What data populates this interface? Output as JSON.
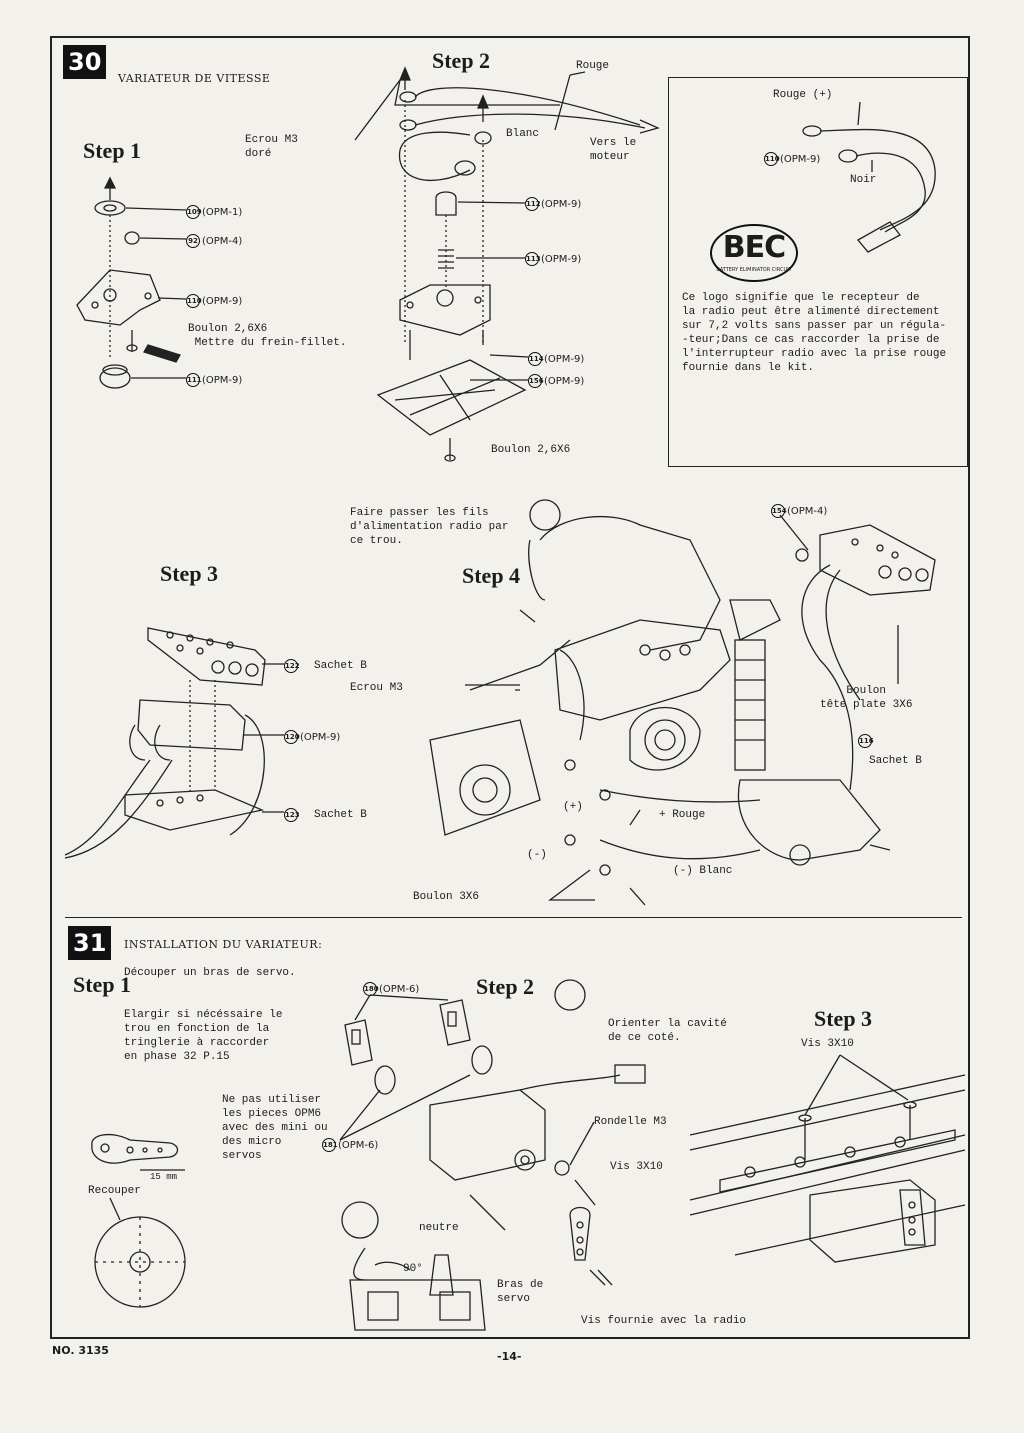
{
  "section30": {
    "number": "30",
    "title": "VARIATEUR DE VITESSE",
    "step1": {
      "label": "Step 1",
      "ecrou": "Ecrou M3\ndoré",
      "parts": [
        "(OPM-1)",
        "(OPM-4)",
        "(OPM-9)",
        "(OPM-9)"
      ],
      "part_nums": [
        "109",
        "92",
        "110",
        "111"
      ],
      "boulon": "Boulon 2,6X6\n Mettre du frein-fillet."
    },
    "step2": {
      "label": "Step 2",
      "rouge": "Rouge",
      "blanc": "Blanc",
      "vers": "Vers le\nmoteur",
      "parts": [
        "(OPM-9)",
        "(OPM-9)",
        "(OPM-9)",
        "(OPM-9)"
      ],
      "part_nums": [
        "112",
        "113",
        "114",
        "156"
      ],
      "boulon": "Boulon 2,6X6"
    },
    "bec": {
      "rouge": "Rouge (+)",
      "part_num": "110",
      "part": "(OPM-9)",
      "noir": "Noir",
      "logo": "BEC",
      "logo_sub": "BATTERY ELIMINATOR CIRCUIT",
      "text": "Ce logo signifie que le recepteur de\nla radio peut être alimenté directement\nsur 7,2 volts sans passer par un régula-\n-teur;Dans ce cas raccorder la prise de\nl'interrupteur radio avec la prise rouge\nfournie dans le kit."
    },
    "step3": {
      "label": "Step 3",
      "sachet1": "Sachet B",
      "ecrou": "Ecrou M3",
      "part": "(OPM-9)",
      "part_nums": [
        "122",
        "120",
        "123"
      ],
      "sachet2": "Sachet B"
    },
    "step4": {
      "label": "Step 4",
      "faire": "Faire passer les fils\nd'alimentation radio par\nce trou.",
      "part_num": "154",
      "part": "(OPM-4)",
      "boulon_plate": "Boulon\ntête plate 3X6",
      "part_num2": "116",
      "sachet": "Sachet B",
      "plus": "(+)",
      "plus_rouge": "+ Rouge",
      "minus": "(-)",
      "minus_blanc": "(-) Blanc",
      "boulon": "Boulon 3X6"
    }
  },
  "section31": {
    "number": "31",
    "title": "INSTALLATION DU VARIATEUR:",
    "step1": {
      "label": "Step 1",
      "decouper": "Découper un bras de servo.",
      "elargir": "Elargir si nécéssaire le\ntrou en fonction de la\ntringlerie à raccorder\nen phase 32 P.15",
      "nepas": "Ne pas utiliser\nles pieces OPM6\navec des mini ou\ndes micro\nservos",
      "mm": "15 mm",
      "recouper": "Recouper"
    },
    "step2": {
      "label": "Step 2",
      "part_top": "(OPM-6)",
      "part_top_num": "180",
      "part_bottom": "(OPM-6)",
      "part_bottom_num": "181",
      "orienter": "Orienter la cavité\nde ce coté.",
      "rondelle": "Rondelle M3",
      "vis": "Vis 3X10",
      "neutre": "neutre",
      "angle": "90°",
      "bras": "Bras de\nservo",
      "vis_radio": "Vis fournie avec la radio"
    },
    "step3": {
      "label": "Step 3",
      "vis": "Vis 3X10"
    }
  },
  "footer": {
    "left": "NO. 3135",
    "center": "-14-"
  }
}
